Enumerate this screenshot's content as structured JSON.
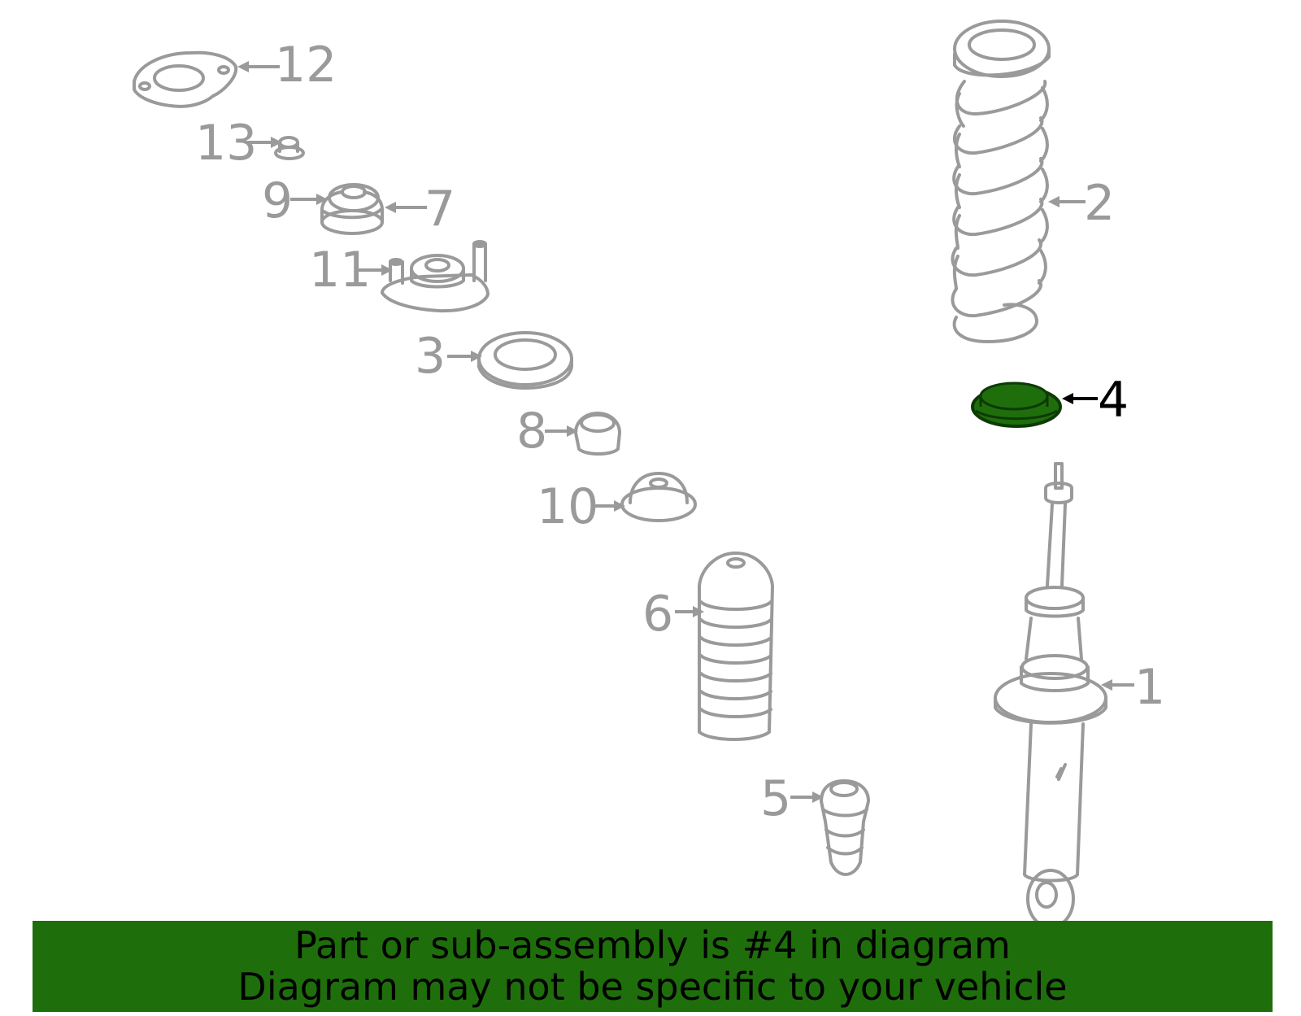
{
  "diagram": {
    "highlight_color": "#1f6e0c",
    "line_color": "#9a9a9a",
    "highlighted_part": "4",
    "callouts": {
      "c1": "1",
      "c2": "2",
      "c3": "3",
      "c4": "4",
      "c5": "5",
      "c6": "6",
      "c7": "7",
      "c8": "8",
      "c9": "9",
      "c10": "10",
      "c11": "11",
      "c12": "12",
      "c13": "13"
    }
  },
  "banner": {
    "line1": "Part or sub-assembly is #4 in diagram",
    "line2": "Diagram may not be specific to your vehicle",
    "background": "#1f6e0c"
  }
}
